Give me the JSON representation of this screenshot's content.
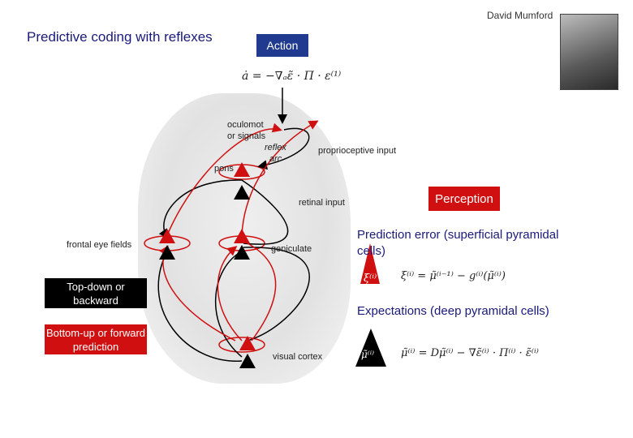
{
  "title": "Predictive coding with reflexes",
  "author": "David Mumford",
  "action_label": "Action",
  "action_formula": "ȧ = −∇ₐε̃ · Π · ε⁽¹⁾",
  "labels": {
    "oculomotor": "oculomot",
    "oculomotor2": "or signals",
    "reflex": "reflex",
    "arc": "arc",
    "pons": "pons",
    "proprioceptive": "proprioceptive input",
    "retinal": "retinal input",
    "frontal": "frontal eye fields",
    "geniculate": "geniculate",
    "visual_cortex": "visual cortex"
  },
  "perception": "Perception",
  "prediction_error": "Prediction error (superficial pyramidal cells)",
  "error_formula": "ξ⁽ⁱ⁾ = μ̃⁽ⁱ⁻¹⁾ − g⁽ⁱ⁾(μ̃⁽ⁱ⁾)",
  "error_symbol": "ξ⁽ⁱ⁾",
  "expectations": "Expectations (deep pyramidal cells)",
  "expect_formula": "μ̃⁽ⁱ⁾ = Dμ̃⁽ⁱ⁾ − ∇ε̃⁽ⁱ⁾ · Π⁽ⁱ⁾ · ε̃⁽ⁱ⁾",
  "expect_symbol": "μ̃⁽ⁱ⁾",
  "topdown": "Top-down or backward",
  "bottomup": "Bottom-up or forward prediction",
  "colors": {
    "accent_red": "#d01010",
    "navy": "#1f3a8f",
    "text_blue": "#1a1a7a"
  }
}
